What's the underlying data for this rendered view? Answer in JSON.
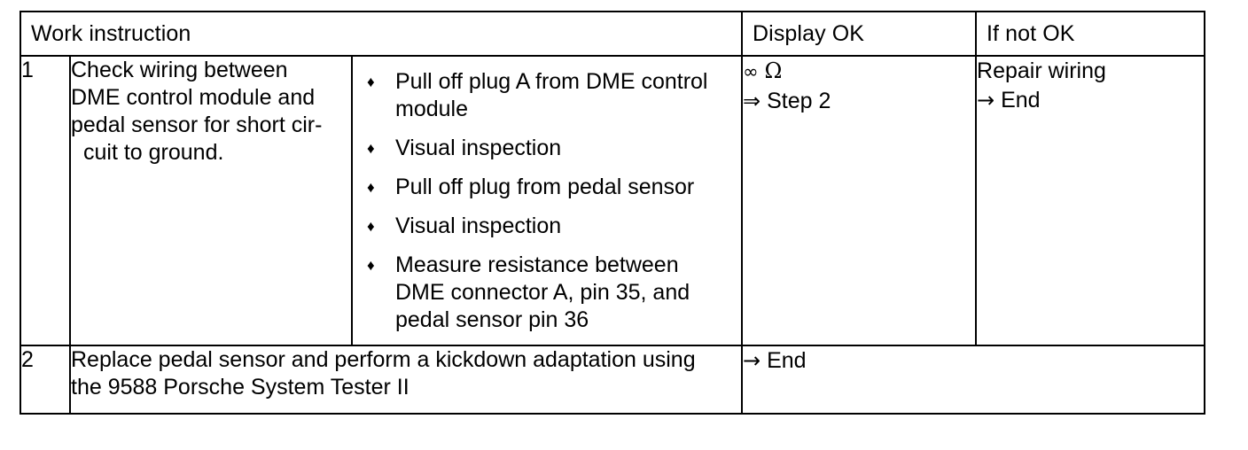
{
  "table": {
    "headers": [
      {
        "label": "Work instruction",
        "name": "work-instruction"
      },
      {
        "label": "Display OK",
        "name": "display-ok"
      },
      {
        "label": "If not OK",
        "name": "if-not-ok"
      }
    ],
    "rows": [
      {
        "number": "1",
        "instruction_lines": [
          "Check wiring between",
          "DME control module and",
          "pedal sensor for short cir-"
        ],
        "instruction_indent_lines": [
          "cuit to ground."
        ],
        "bullets": [
          {
            "marker": "♦",
            "lines": [
              "Pull off plug A from DME control",
              "module"
            ]
          },
          {
            "marker": "♦",
            "lines": [
              "Visual inspection"
            ]
          },
          {
            "marker": "♦",
            "lines": [
              "Pull off plug from pedal sensor"
            ]
          },
          {
            "marker": "♦",
            "lines": [
              "Visual inspection"
            ]
          },
          {
            "marker": "♦",
            "lines": [
              "Measure resistance between",
              "DME connector A, pin 35, and",
              "pedal sensor pin 36"
            ]
          }
        ],
        "display_ok": {
          "line1_symbol": "∞",
          "line1_unit": "Ω",
          "line2_symbol": "⇒",
          "line2_text": "Step 2"
        },
        "if_not_ok": {
          "line1": "Repair wiring",
          "line2_symbol": "→",
          "line2_text": "End"
        }
      },
      {
        "number": "2",
        "instruction_lines": [
          "Replace pedal sensor and perform a kickdown adaptation using",
          "the 9588 Porsche System Tester II"
        ],
        "result": {
          "symbol": "→",
          "text": "End"
        }
      }
    ]
  }
}
